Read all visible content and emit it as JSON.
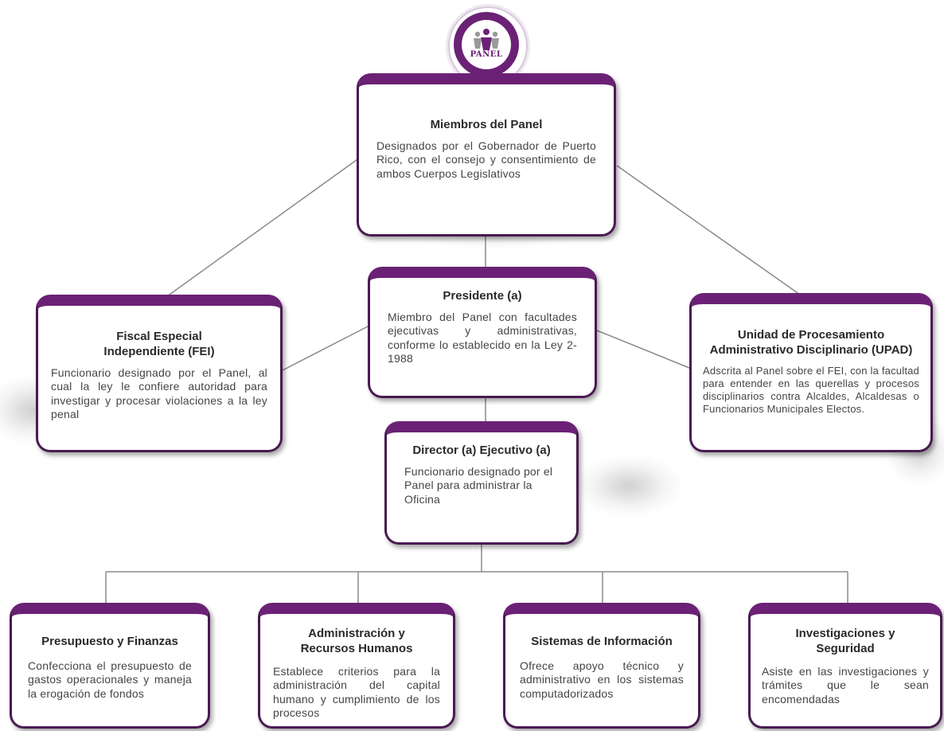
{
  "emblem": {
    "word": "PANEL"
  },
  "colors": {
    "accent": "#6b2175",
    "border": "#4a1a52",
    "line": "#8a8a8a"
  },
  "nodes": {
    "miembros": {
      "title": "Miembros del Panel",
      "desc": "Designados por el Gobernador de Puerto Rico, con el consejo y consentimiento de ambos Cuerpos Legislativos"
    },
    "presidente": {
      "title": "Presidente (a)",
      "desc": "Miembro del Panel con facultades ejecutivas y administrativas, conforme lo establecido en la Ley 2-1988"
    },
    "fei": {
      "title": "Fiscal Especial Independiente (FEI)",
      "desc": "Funcionario designado por el Panel, al cual la ley le confiere autoridad para investigar y procesar violaciones a la ley penal"
    },
    "upad": {
      "title": "Unidad de Procesamiento Administrativo Disciplinario (UPAD)",
      "desc": "Adscrita al Panel sobre el FEI, con la facultad para entender en las querellas y procesos disciplinarios contra Alcaldes, Alcaldesas o Funcionarios Municipales Electos."
    },
    "director": {
      "title": "Director (a) Ejecutivo (a)",
      "desc": "Funcionario designado por el Panel para administrar la Oficina"
    },
    "presupuesto": {
      "title": "Presupuesto y Finanzas",
      "desc": "Confecciona el presupuesto de gastos operacionales y maneja la erogación de fondos"
    },
    "administracion": {
      "title": "Administración y Recursos Humanos",
      "desc": "Establece criterios para la administración del capital humano y cumplimiento de los procesos"
    },
    "sistemas": {
      "title": "Sistemas de Información",
      "desc": "Ofrece apoyo técnico y administrativo en los sistemas computadorizados"
    },
    "investigaciones": {
      "title": "Investigaciones y Seguridad",
      "desc": "Asiste en las investigaciones y trámites que le sean encomendadas"
    }
  }
}
